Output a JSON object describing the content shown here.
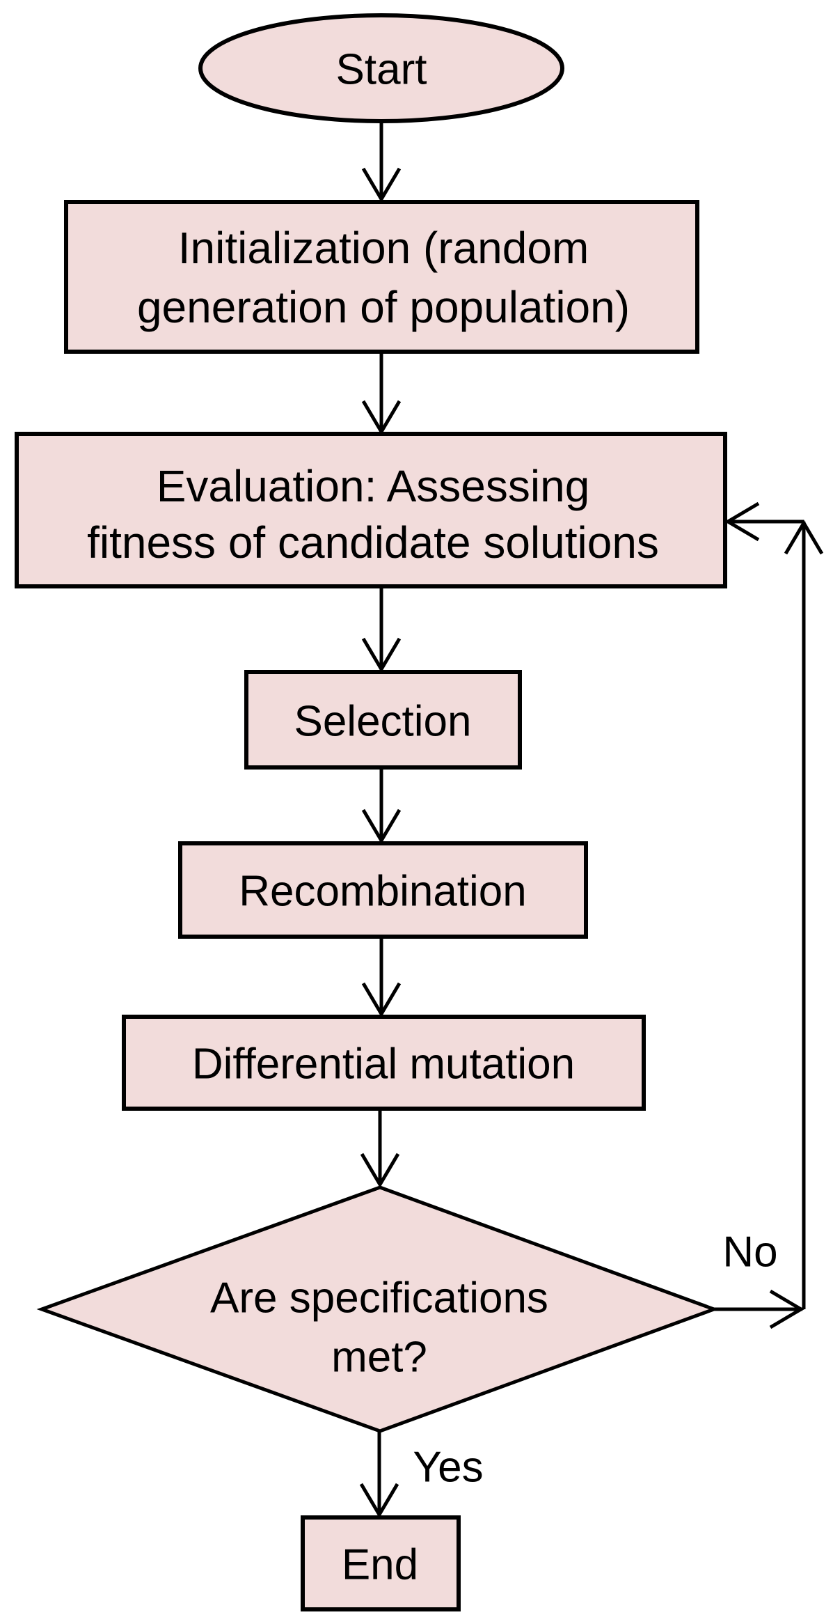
{
  "colors": {
    "node_fill": "#f2dcdb",
    "node_stroke": "#000000",
    "background": "#ffffff",
    "text": "#000000"
  },
  "nodes": {
    "start": {
      "label": "Start"
    },
    "initialization": {
      "lines": [
        "Initialization (random",
        "generation of population)"
      ]
    },
    "evaluation": {
      "lines": [
        "Evaluation: Assessing",
        "fitness of candidate solutions"
      ]
    },
    "selection": {
      "label": "Selection"
    },
    "recombination": {
      "label": "Recombination"
    },
    "differential_mutation": {
      "label": "Differential mutation"
    },
    "decision": {
      "lines": [
        "Are specifications",
        "met?"
      ]
    },
    "end": {
      "label": "End"
    }
  },
  "edge_labels": {
    "no": "No",
    "yes": "Yes"
  }
}
